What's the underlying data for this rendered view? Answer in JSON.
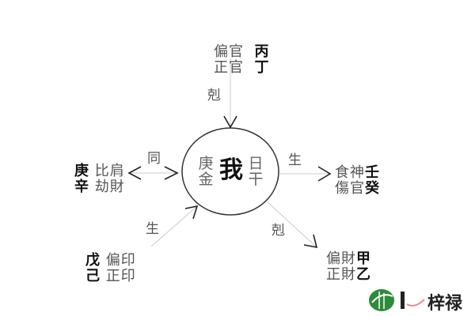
{
  "diagram": {
    "center": {
      "self": "我",
      "left_col": [
        "庚",
        "金"
      ],
      "right_col": [
        "日",
        "干"
      ]
    },
    "top": {
      "rows": [
        {
          "god": "偏官",
          "stem": "丙"
        },
        {
          "god": "正官",
          "stem": "丁"
        }
      ],
      "relation": "剋"
    },
    "left": {
      "rows": [
        {
          "stem": "庚",
          "god": "比肩"
        },
        {
          "stem": "辛",
          "god": "劫財"
        }
      ],
      "relation": "同"
    },
    "right": {
      "rows": [
        {
          "god": "食神",
          "stem": "壬"
        },
        {
          "god": "傷官",
          "stem": "癸"
        }
      ],
      "relation": "生"
    },
    "bottom_left": {
      "rows": [
        {
          "stem": "戊",
          "god": "偏印"
        },
        {
          "stem": "己",
          "god": "正印"
        }
      ],
      "relation": "生"
    },
    "bottom_right": {
      "rows": [
        {
          "god": "偏財",
          "stem": "甲"
        },
        {
          "god": "正財",
          "stem": "乙"
        }
      ],
      "relation": "剋"
    }
  },
  "logo": {
    "text": "梓禄",
    "separator": "I",
    "colors": {
      "green": "#2e8b3a",
      "dark": "#222222",
      "accent": "#e05a5a"
    }
  }
}
